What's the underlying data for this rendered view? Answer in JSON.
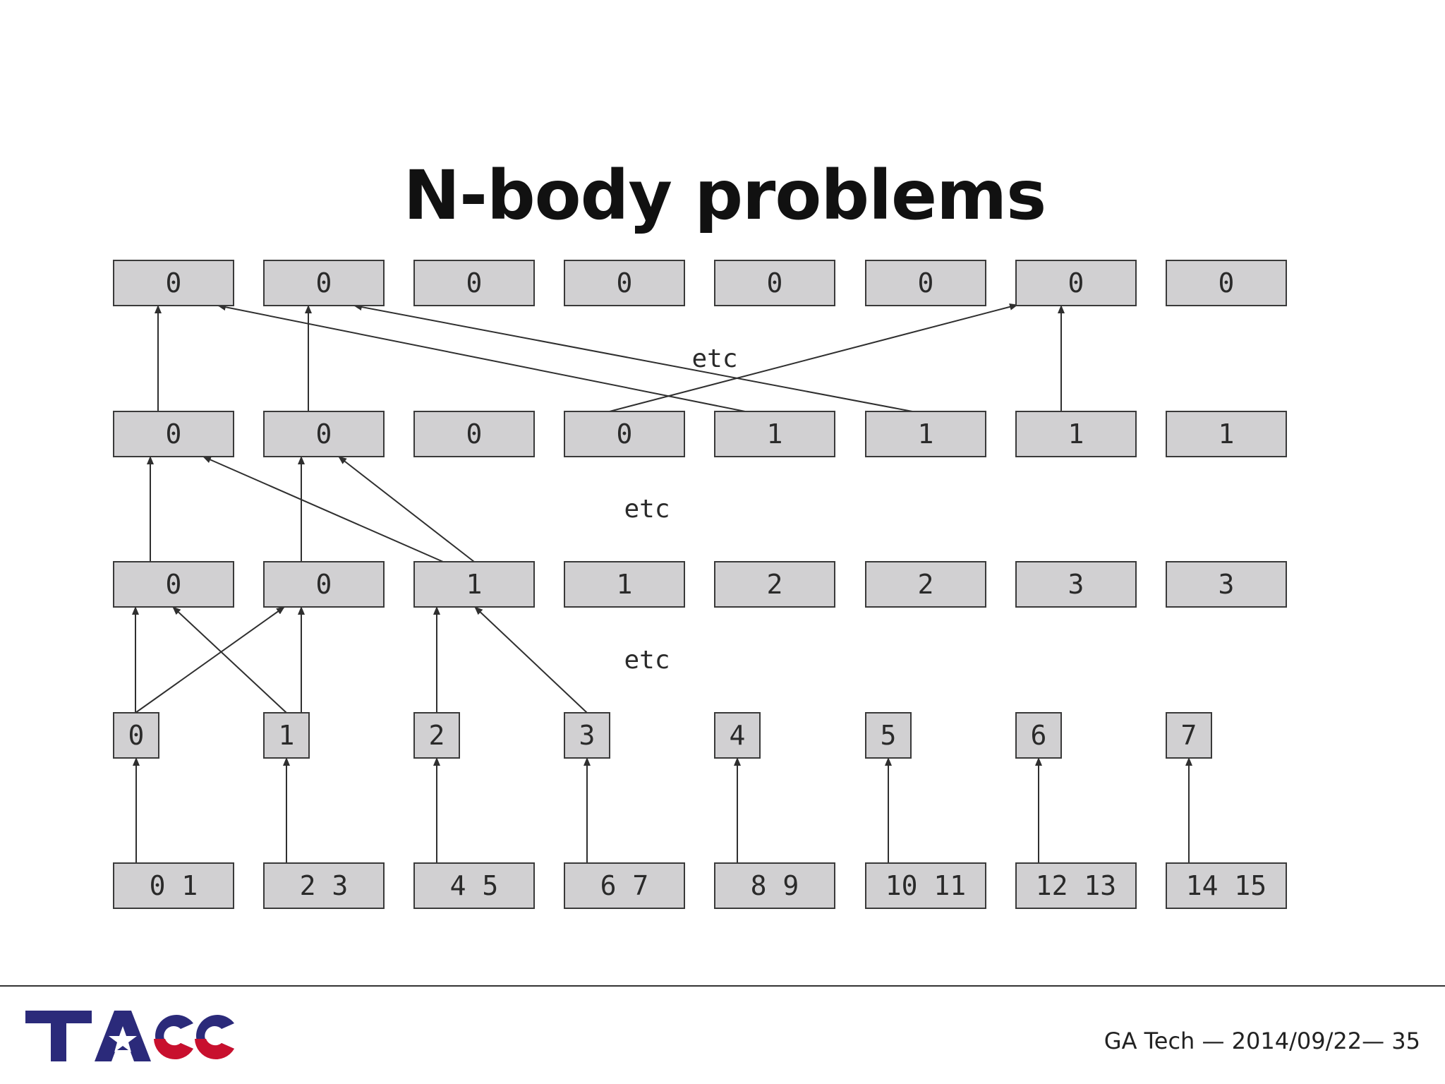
{
  "title": "N-body problems",
  "footer": "GA Tech — 2014/09/22— 35",
  "logo": {
    "text": "TACC",
    "colors": {
      "blue": "#2b2a7a",
      "red": "#c8102e"
    }
  },
  "etc_labels": [
    "etc",
    "etc",
    "etc"
  ],
  "rows": [
    [
      "0",
      "0",
      "0",
      "0",
      "0",
      "0",
      "0",
      "0"
    ],
    [
      "0",
      "0",
      "0",
      "0",
      "1",
      "1",
      "1",
      "1"
    ],
    [
      "0",
      "0",
      "1",
      "1",
      "2",
      "2",
      "3",
      "3"
    ],
    [
      "0",
      "1",
      "2",
      "3",
      "4",
      "5",
      "6",
      "7"
    ],
    [
      "0 1",
      "2 3",
      "4 5",
      "6 7",
      "8 9",
      "10 11",
      "12 13",
      "14 15"
    ]
  ],
  "colors": {
    "box_fill": "#d1d0d2",
    "box_stroke": "#3a3a3a",
    "edge": "#2f2f2f"
  }
}
